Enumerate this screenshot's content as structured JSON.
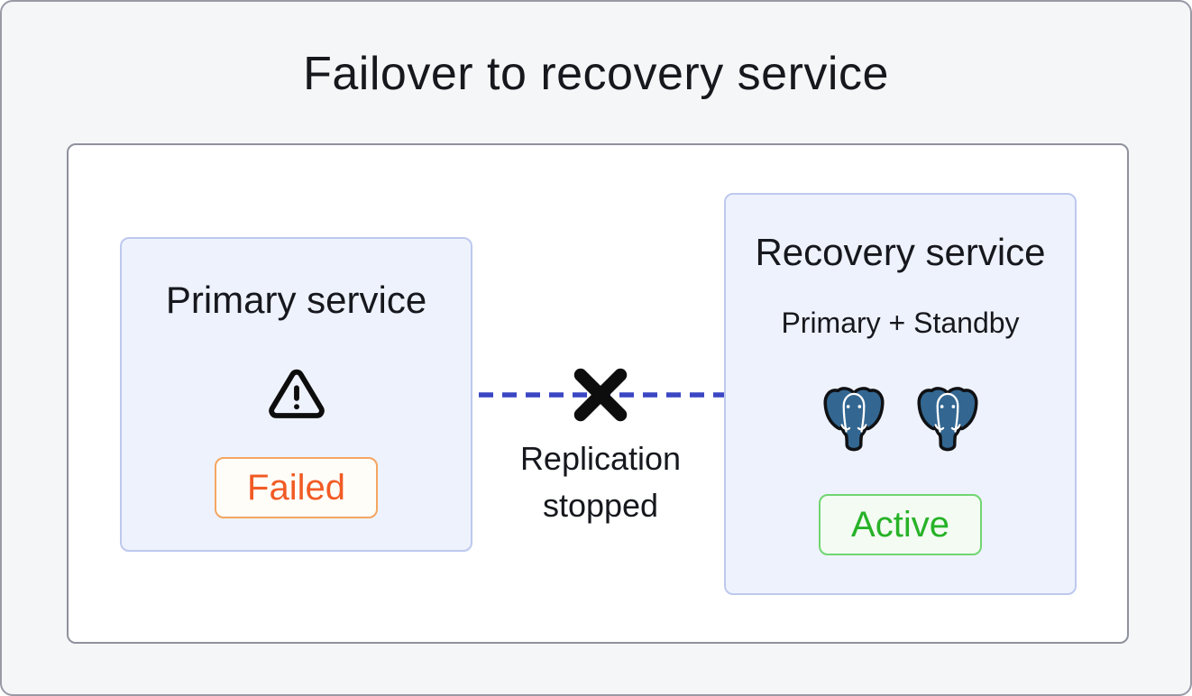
{
  "page": {
    "title": "Failover to recovery service"
  },
  "diagram": {
    "primary_card": {
      "title": "Primary service",
      "status_label": "Failed",
      "icon": "warning-triangle"
    },
    "connector": {
      "label": "Replication stopped",
      "style": "dashed-line-with-x-mark"
    },
    "recovery_card": {
      "title": "Recovery service",
      "subtitle": "Primary + Standby",
      "status_label": "Active",
      "icons": [
        "postgresql-elephant",
        "postgresql-elephant"
      ]
    }
  },
  "colors": {
    "page_bg": "#f5f6f8",
    "page_border": "#989aa5",
    "panel_bg": "#ffffff",
    "panel_border": "#8f919c",
    "card_bg": "#eef2fc",
    "card_border": "#bdc9ee",
    "text_dark": "#16181d",
    "failed_text": "#f15b25",
    "failed_border": "#f4a661",
    "failed_bg": "#fffdf8",
    "active_text": "#27b227",
    "active_border": "#70d670",
    "active_bg": "#f3fbf3",
    "connector_line": "#3a46c3",
    "x_mark": "#0d0d0d",
    "postgres_blue": "#336791"
  }
}
